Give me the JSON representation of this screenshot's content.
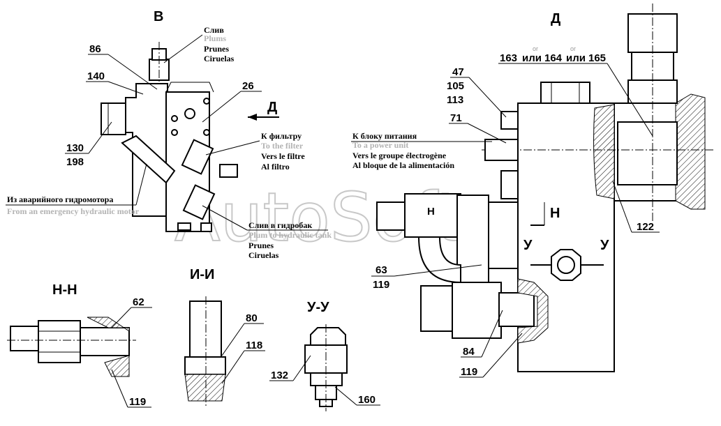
{
  "views": {
    "v": "В",
    "d": "Д",
    "d_arrow": "Д",
    "nn": "Н-Н",
    "ii": "И-И",
    "uu": "У-У",
    "h_marker": "Н",
    "h_marker_inner": "Н",
    "u_left": "У",
    "u_right": "У"
  },
  "callouts": {
    "p86": "86",
    "p140": "140",
    "p26": "26",
    "p130": "130",
    "p198": "198",
    "p47": "47",
    "p105": "105",
    "p113": "113",
    "p71": "71",
    "p163": "163",
    "or1": "или",
    "p164": "164",
    "or2": "или",
    "p165": "165",
    "or_small_1": "or",
    "or_small_2": "or",
    "p122": "122",
    "p63": "63",
    "p119a": "119",
    "p84": "84",
    "p119b": "119",
    "p62": "62",
    "p119c": "119",
    "p80": "80",
    "p118": "118",
    "p132": "132",
    "p160": "160"
  },
  "notes": {
    "drain": {
      "ru": "Слив",
      "en": "Plums",
      "fr": "Prunes",
      "es": "Ciruelas"
    },
    "to_filter": {
      "ru": "К фильтру",
      "en": "To the filter",
      "fr": "Vers le filtre",
      "es": "Al filtro"
    },
    "to_power": {
      "ru": "К блоку питания",
      "en": "To a power unit",
      "fr": "Vers le groupe électrogène",
      "es": "Al bloque de la alimentación"
    },
    "from_motor": {
      "ru": "Из аварийного гидромотора",
      "en": "From an emergency hydraulic motor"
    },
    "to_tank": {
      "ru": "Слив в гидробак",
      "en": "Plum to hydraulic tank",
      "fr": "Prunes",
      "es": "Ciruelas"
    }
  },
  "watermark": "AutoSoft"
}
